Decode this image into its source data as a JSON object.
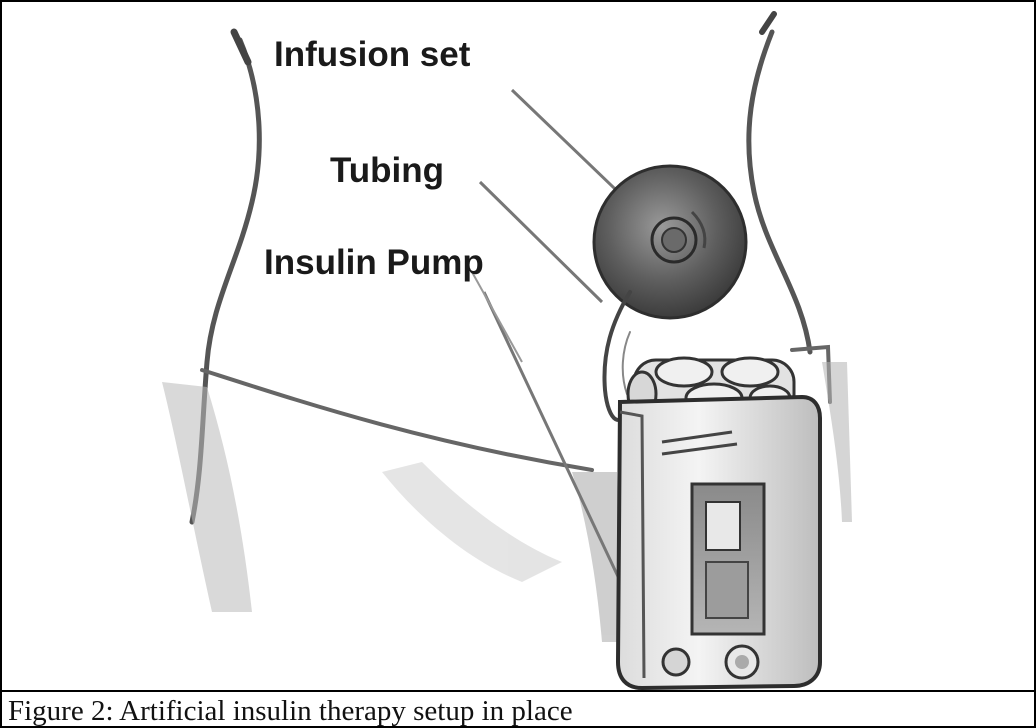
{
  "figure": {
    "labels": {
      "infusion_set": "Infusion set",
      "tubing": "Tubing",
      "insulin_pump": "Insulin Pump"
    },
    "caption": "Figure 2: Artificial insulin therapy setup in place"
  }
}
